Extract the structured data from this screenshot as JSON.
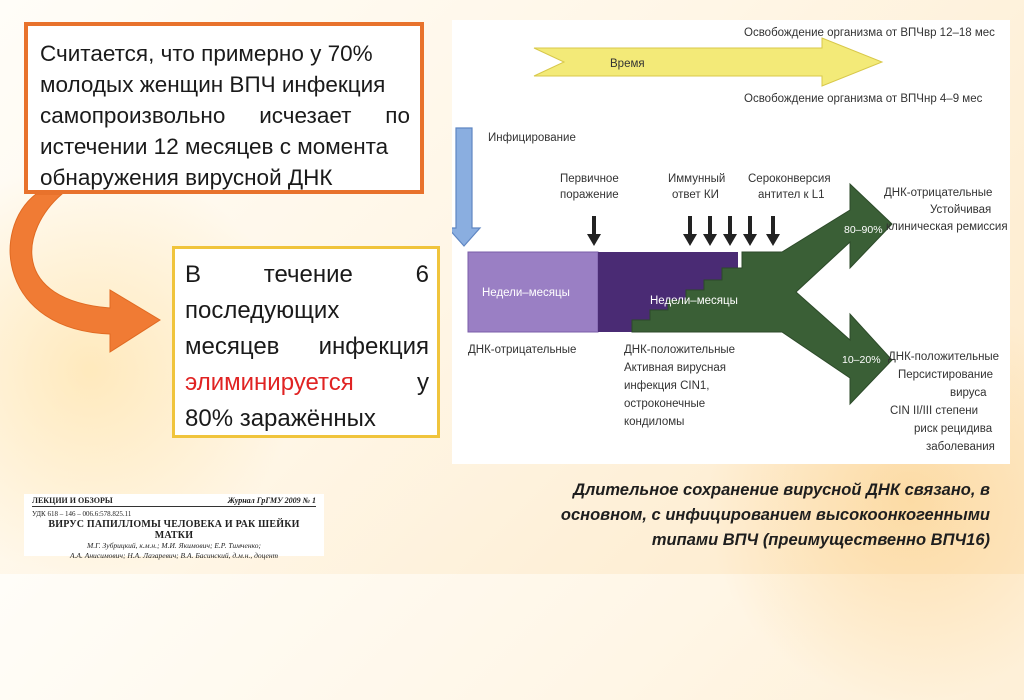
{
  "box1": {
    "lines": [
      "Считается, что примерно у 70%",
      "молодых женщин ВПЧ инфекция",
      "самопроизвольно исчезает по",
      "истечении 12 месяцев с момента",
      "обнаружения вирусной ДНК"
    ]
  },
  "box2": {
    "line1_a": "В",
    "line1_b": "течение",
    "line1_c": "6",
    "line2": "последующих",
    "line3_a": "месяцев",
    "line3_b": "инфекция",
    "line4_red": "элиминируется",
    "line4_b": "у",
    "line5": "80% заражённых"
  },
  "diagram": {
    "top_label_1": "Освобождение организма от ВПЧвр 12–18 мес",
    "time_label": "Время",
    "top_label_2": "Освобождение организма от ВПЧнр 4–9 мес",
    "infection": "Инфицирование",
    "primary_lesion_1": "Первичное",
    "primary_lesion_2": "поражение",
    "immune_1": "Иммунный",
    "immune_2": "ответ КИ",
    "seroconv_1": "Сероконверсия",
    "seroconv_2": "антител к L1",
    "weeks_months_1": "Недели–месяцы",
    "weeks_months_2": "Недели–месяцы",
    "pct_top": "80–90%",
    "pct_bottom": "10–20%",
    "dna_negative_bottom": "ДНК-отрицательные",
    "dna_positive_mid": [
      "ДНК-положительные",
      "Активная вирусная",
      "инфекция CIN1,",
      "остроконечные",
      "кондиломы"
    ],
    "outcome_top": [
      "ДНК-отрицательные",
      "Устойчивая",
      "клиническая ремиссия"
    ],
    "outcome_bottom": [
      "ДНК-положительные",
      "Персистирование",
      "вируса",
      "CIN II/III степени",
      "риск рецидива",
      "заболевания"
    ],
    "colors": {
      "purple_light": "#9a7fc4",
      "purple_dark": "#4a2b74",
      "green": "#3a5f36",
      "arrow_blue": "#8aaee0",
      "time_arrow": "#f3ea78"
    }
  },
  "caption": [
    "Длительное сохранение вирусной ДНК связано, в",
    "основном, с инфицированием высокоонкогенными",
    "типами ВПЧ (преимущественно ВПЧ16)"
  ],
  "journal": {
    "section": "ЛЕКЦИИ И ОБЗОРЫ",
    "issue": "Журнал ГрГМУ 2009 № 1",
    "udk": "УДК 618 – 146 – 006.6:578.825.11",
    "title": "ВИРУС ПАПИЛЛОМЫ ЧЕЛОВЕКА И РАК ШЕЙКИ МАТКИ",
    "authors_1": "М.Г. Зубрицкий, к.м.н.; М.И. Якимович; Е.Р. Тимченко;",
    "authors_2": "А.А. Анисимович; Н.А. Лазаревич; В.А. Басинский, д.м.н., доцент"
  }
}
